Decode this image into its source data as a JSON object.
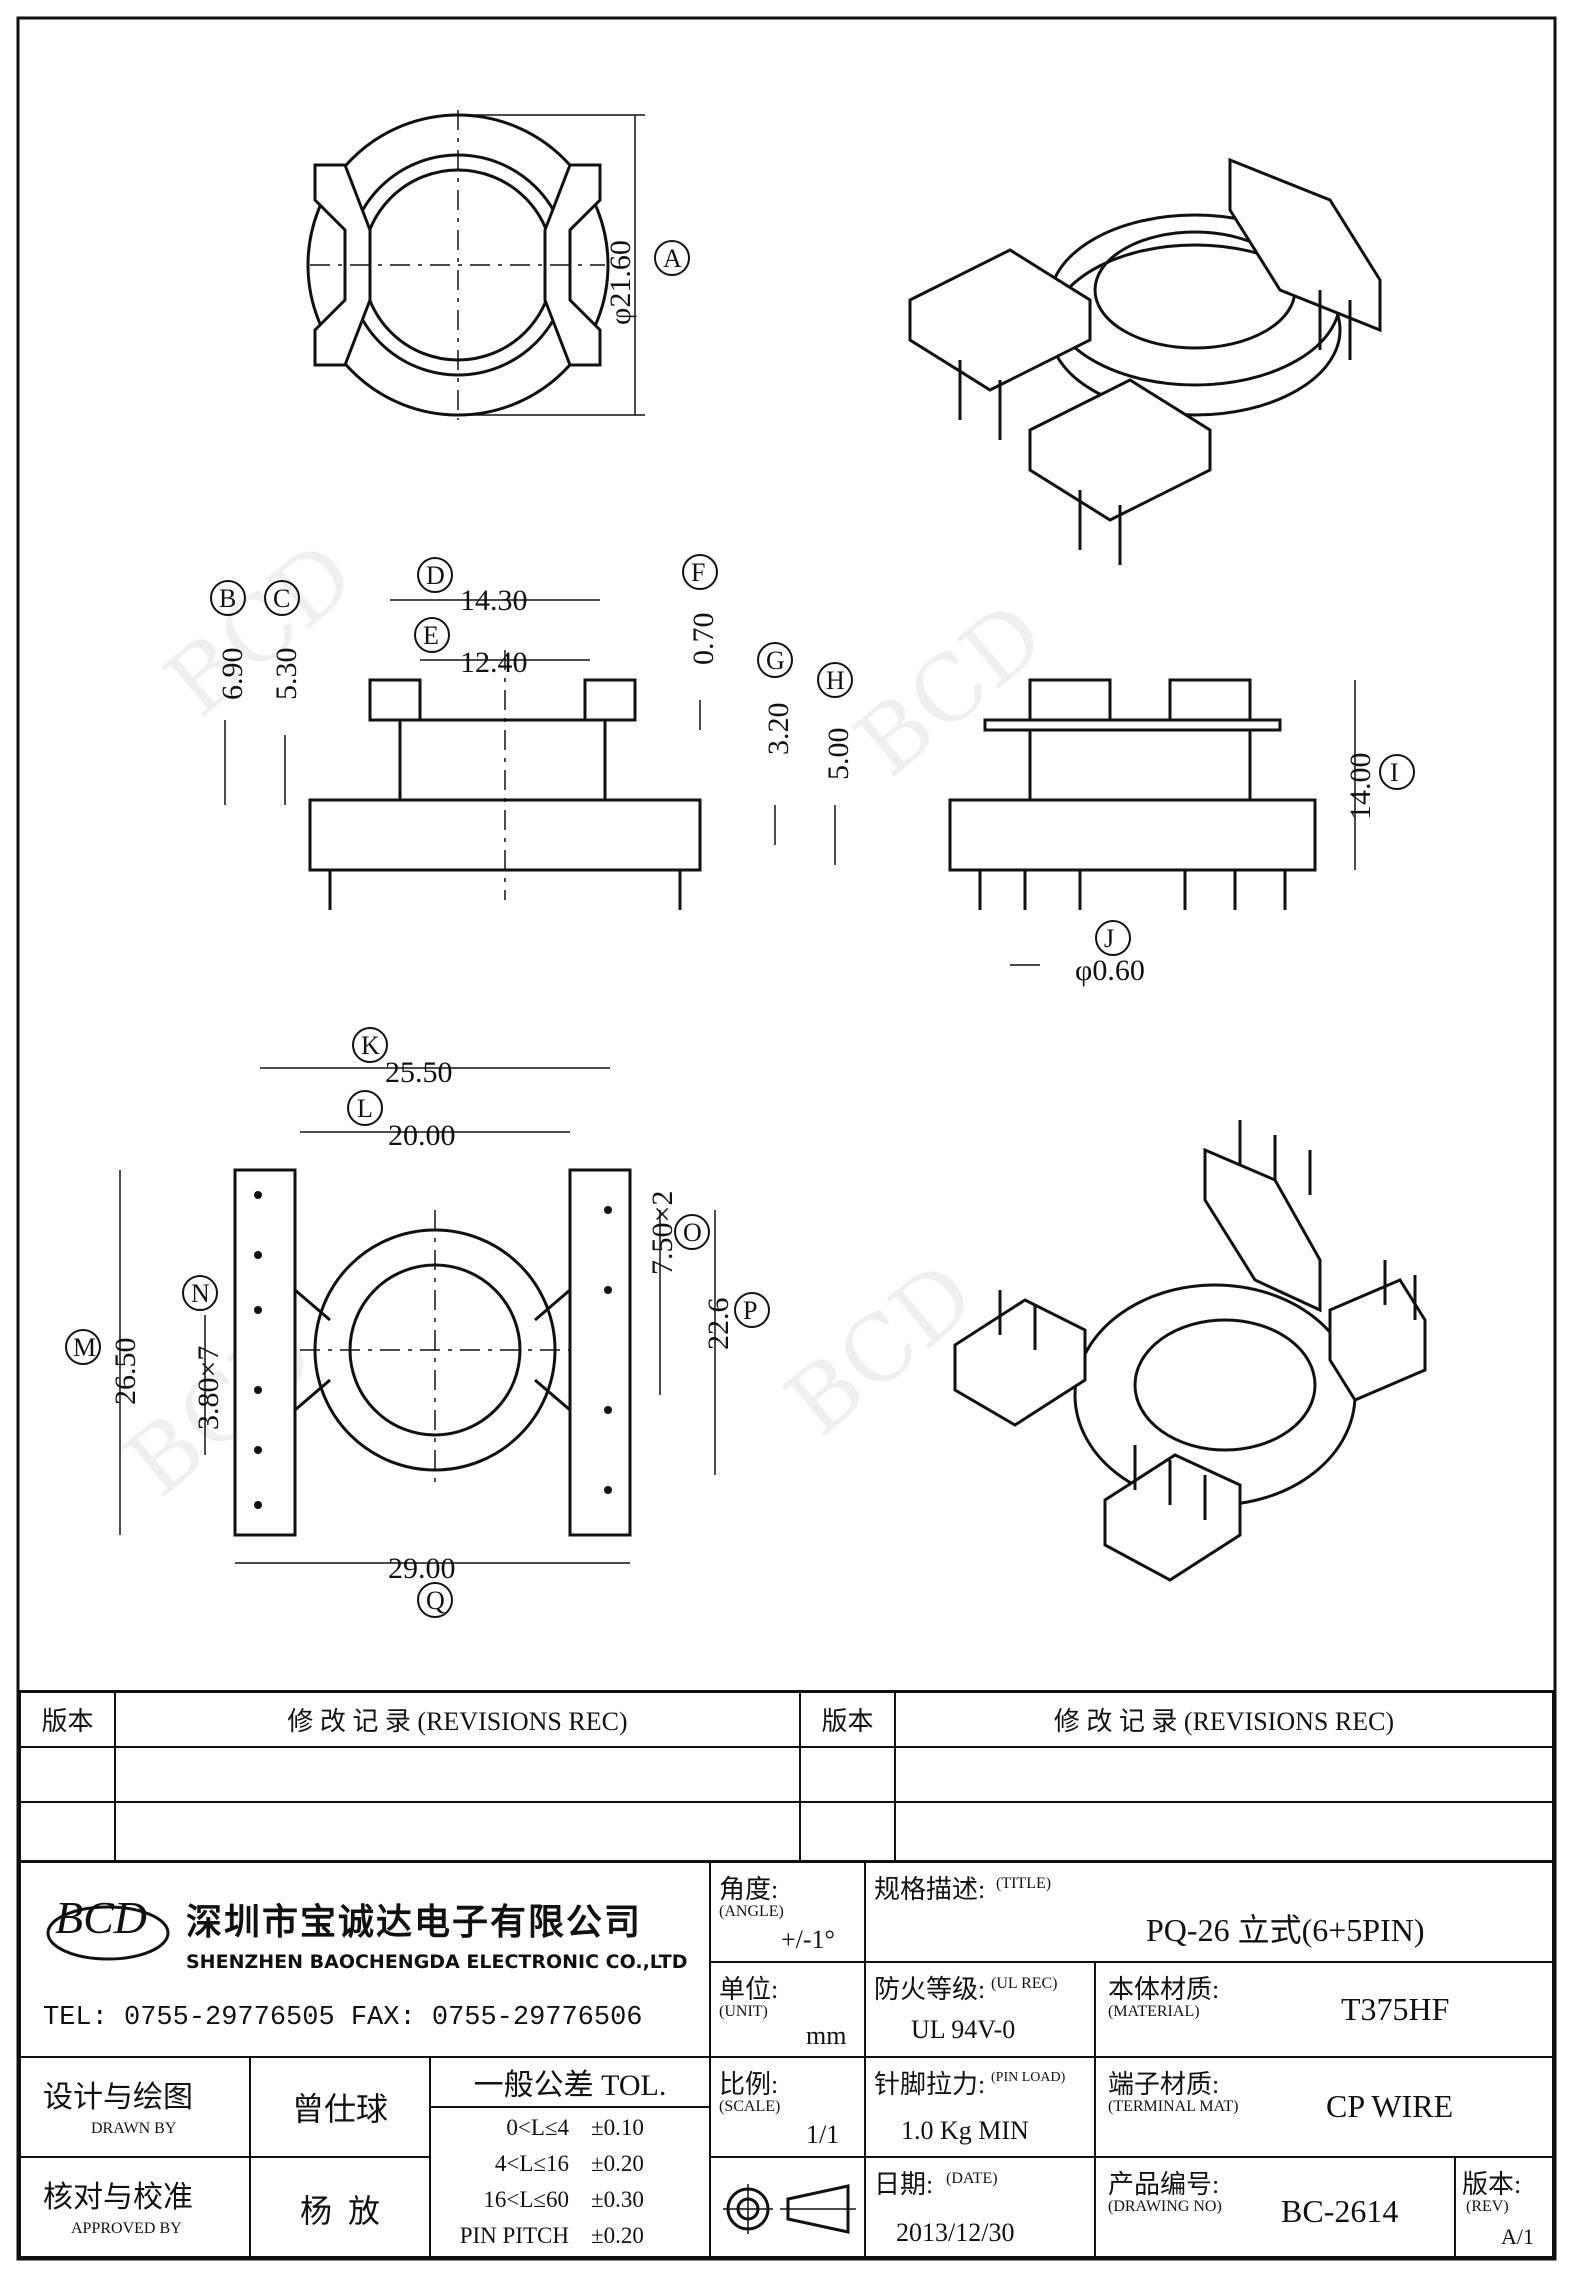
{
  "dimensions": {
    "A": {
      "circle": "A",
      "value": "φ21.60"
    },
    "B": {
      "circle": "B",
      "value": "6.90"
    },
    "C": {
      "circle": "C",
      "value": "5.30"
    },
    "D": {
      "circle": "D",
      "value": "14.30"
    },
    "E": {
      "circle": "E",
      "value": "12.40"
    },
    "F": {
      "circle": "F",
      "value": "0.70"
    },
    "G": {
      "circle": "G",
      "value": "3.20"
    },
    "H": {
      "circle": "H",
      "value": "5.00"
    },
    "I": {
      "circle": "I",
      "value": "14.00"
    },
    "J": {
      "circle": "J",
      "value": "φ0.60"
    },
    "K": {
      "circle": "K",
      "value": "25.50"
    },
    "L": {
      "circle": "L",
      "value": "20.00"
    },
    "M": {
      "circle": "M",
      "value": "26.50"
    },
    "N": {
      "circle": "N",
      "value": "3.80×7"
    },
    "O": {
      "circle": "O",
      "value": "7.50×2"
    },
    "P": {
      "circle": "P",
      "value": "22.6"
    },
    "Q": {
      "circle": "Q",
      "value": "29.00"
    }
  },
  "revisions": {
    "version_label": "版本",
    "record_label": "修 改 记 录  (REVISIONS REC)"
  },
  "company": {
    "logo_text": "BCD",
    "name_cn": "深圳市宝诚达电子有限公司",
    "name_en": "SHENZHEN BAOCHENGDA ELECTRONIC CO.,LTD",
    "tel_fax": "TEL: 0755-29776505  FAX: 0755-29776506"
  },
  "title_block": {
    "angle_label": "角度:",
    "angle_sub": "(ANGLE)",
    "angle_value": "+/-1°",
    "title_label": "规格描述:",
    "title_sub": "(TITLE)",
    "title_value": "PQ-26 立式(6+5PIN)",
    "unit_label": "单位:",
    "unit_sub": "(UNIT)",
    "unit_value": "mm",
    "ul_label": "防火等级:",
    "ul_sub": "(UL REC)",
    "ul_value": "UL 94V-0",
    "material_label": "本体材质:",
    "material_sub": "(MATERIAL)",
    "material_value": "T375HF",
    "drawn_label": "设计与绘图",
    "drawn_sub": "DRAWN BY",
    "drawn_value": "曾仕球",
    "tol_label": "一般公差 TOL.",
    "tol_rows": [
      {
        "range": "0<L≤4",
        "value": "±0.10"
      },
      {
        "range": "4<L≤16",
        "value": "±0.20"
      },
      {
        "range": "16<L≤60",
        "value": "±0.30"
      },
      {
        "range": "PIN PITCH",
        "value": "±0.20"
      }
    ],
    "scale_label": "比例:",
    "scale_sub": "(SCALE)",
    "scale_value": "1/1",
    "pin_load_label": "针脚拉力:",
    "pin_load_sub": "(PIN LOAD)",
    "pin_load_value": "1.0 Kg MIN",
    "terminal_label": "端子材质:",
    "terminal_sub": "(TERMINAL MAT)",
    "terminal_value": "CP WIRE",
    "approved_label": "核对与校准",
    "approved_sub": "APPROVED BY",
    "approved_value": "杨  放",
    "date_label": "日期:",
    "date_sub": "(DATE)",
    "date_value": "2013/12/30",
    "drawing_no_label": "产品编号:",
    "drawing_no_sub": "(DRAWING NO)",
    "drawing_no_value": "BC-2614",
    "rev_label": "版本:",
    "rev_sub": "(REV)",
    "rev_value": "A/1"
  }
}
